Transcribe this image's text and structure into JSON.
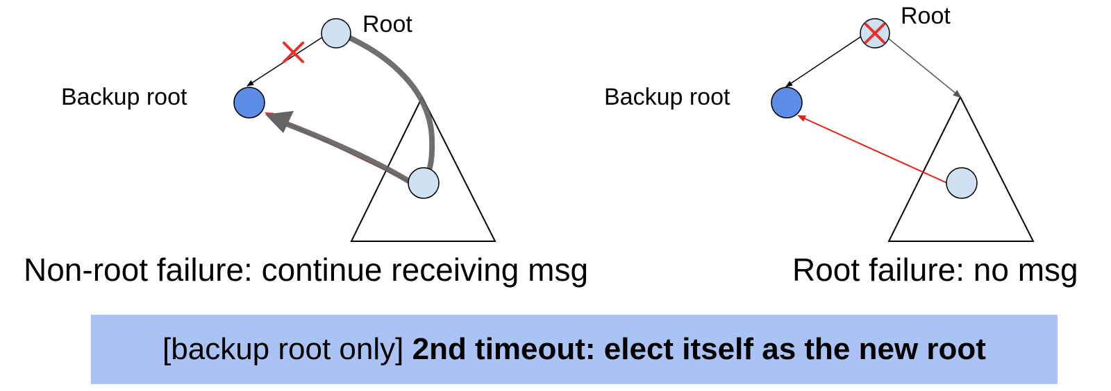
{
  "left_panel": {
    "root_label": "Root",
    "backup_label": "Backup root",
    "caption": "Non-root failure: continue receiving msg"
  },
  "right_panel": {
    "root_label": "Root",
    "backup_label": "Backup root",
    "caption": "Root failure: no msg"
  },
  "banner": {
    "prefix": "[backup root only] ",
    "emphasis": "2nd timeout: elect itself as the new root"
  },
  "colors": {
    "node_fill": "#cfe0f1",
    "backup_fill": "#5b8de6",
    "failure_mark": "#e8302a",
    "message_arrow": "#e2231a",
    "flow_arrow": "#636363",
    "banner_bg": "#abc3f4"
  }
}
